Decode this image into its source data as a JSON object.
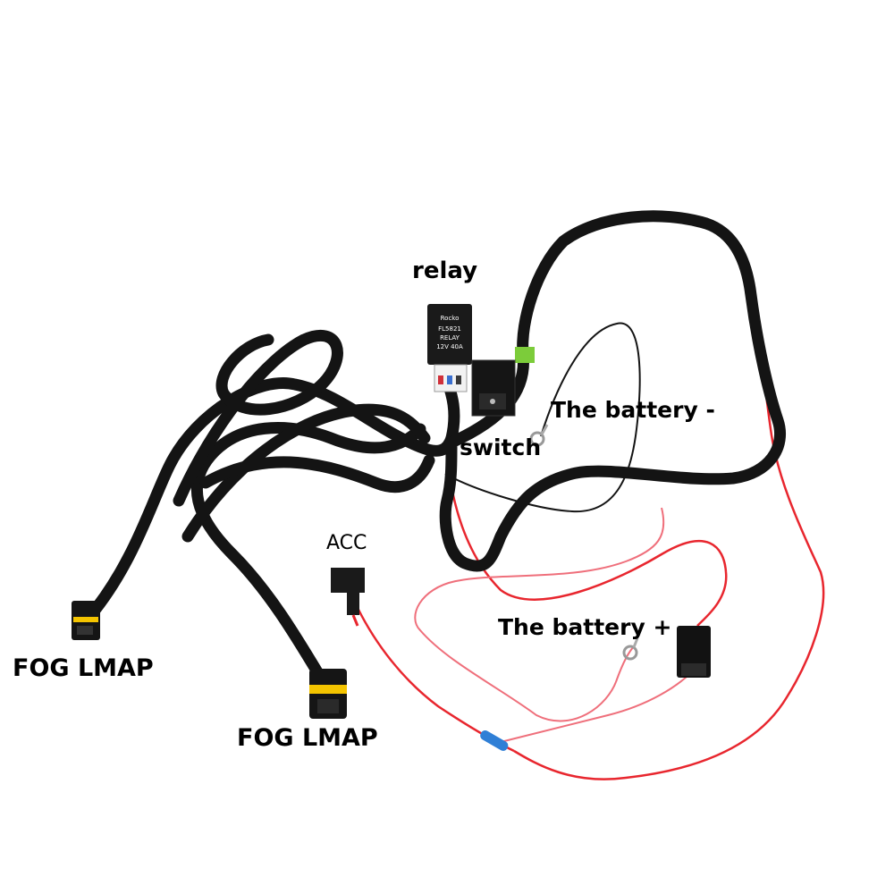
{
  "labels": {
    "relay": "relay",
    "switch": "switch",
    "battery_negative": "The battery -",
    "acc": "ACC",
    "battery_positive": "The battery +",
    "fog_lamp_left": "FOG LMAP",
    "fog_lamp_center": "FOG LMAP"
  },
  "relay_markings": {
    "brand": "Rocko",
    "model": "FL5821",
    "type": "RELAY",
    "rating": "12V 40A"
  },
  "colors": {
    "background": "#ffffff",
    "harness_black": "#141414",
    "wire_red": "#e8262e",
    "wire_pink": "#ef6f7b",
    "connector_yellow": "#f4c400",
    "connector_green": "#7ccc3a",
    "splice_blue": "#2f7fd6"
  }
}
